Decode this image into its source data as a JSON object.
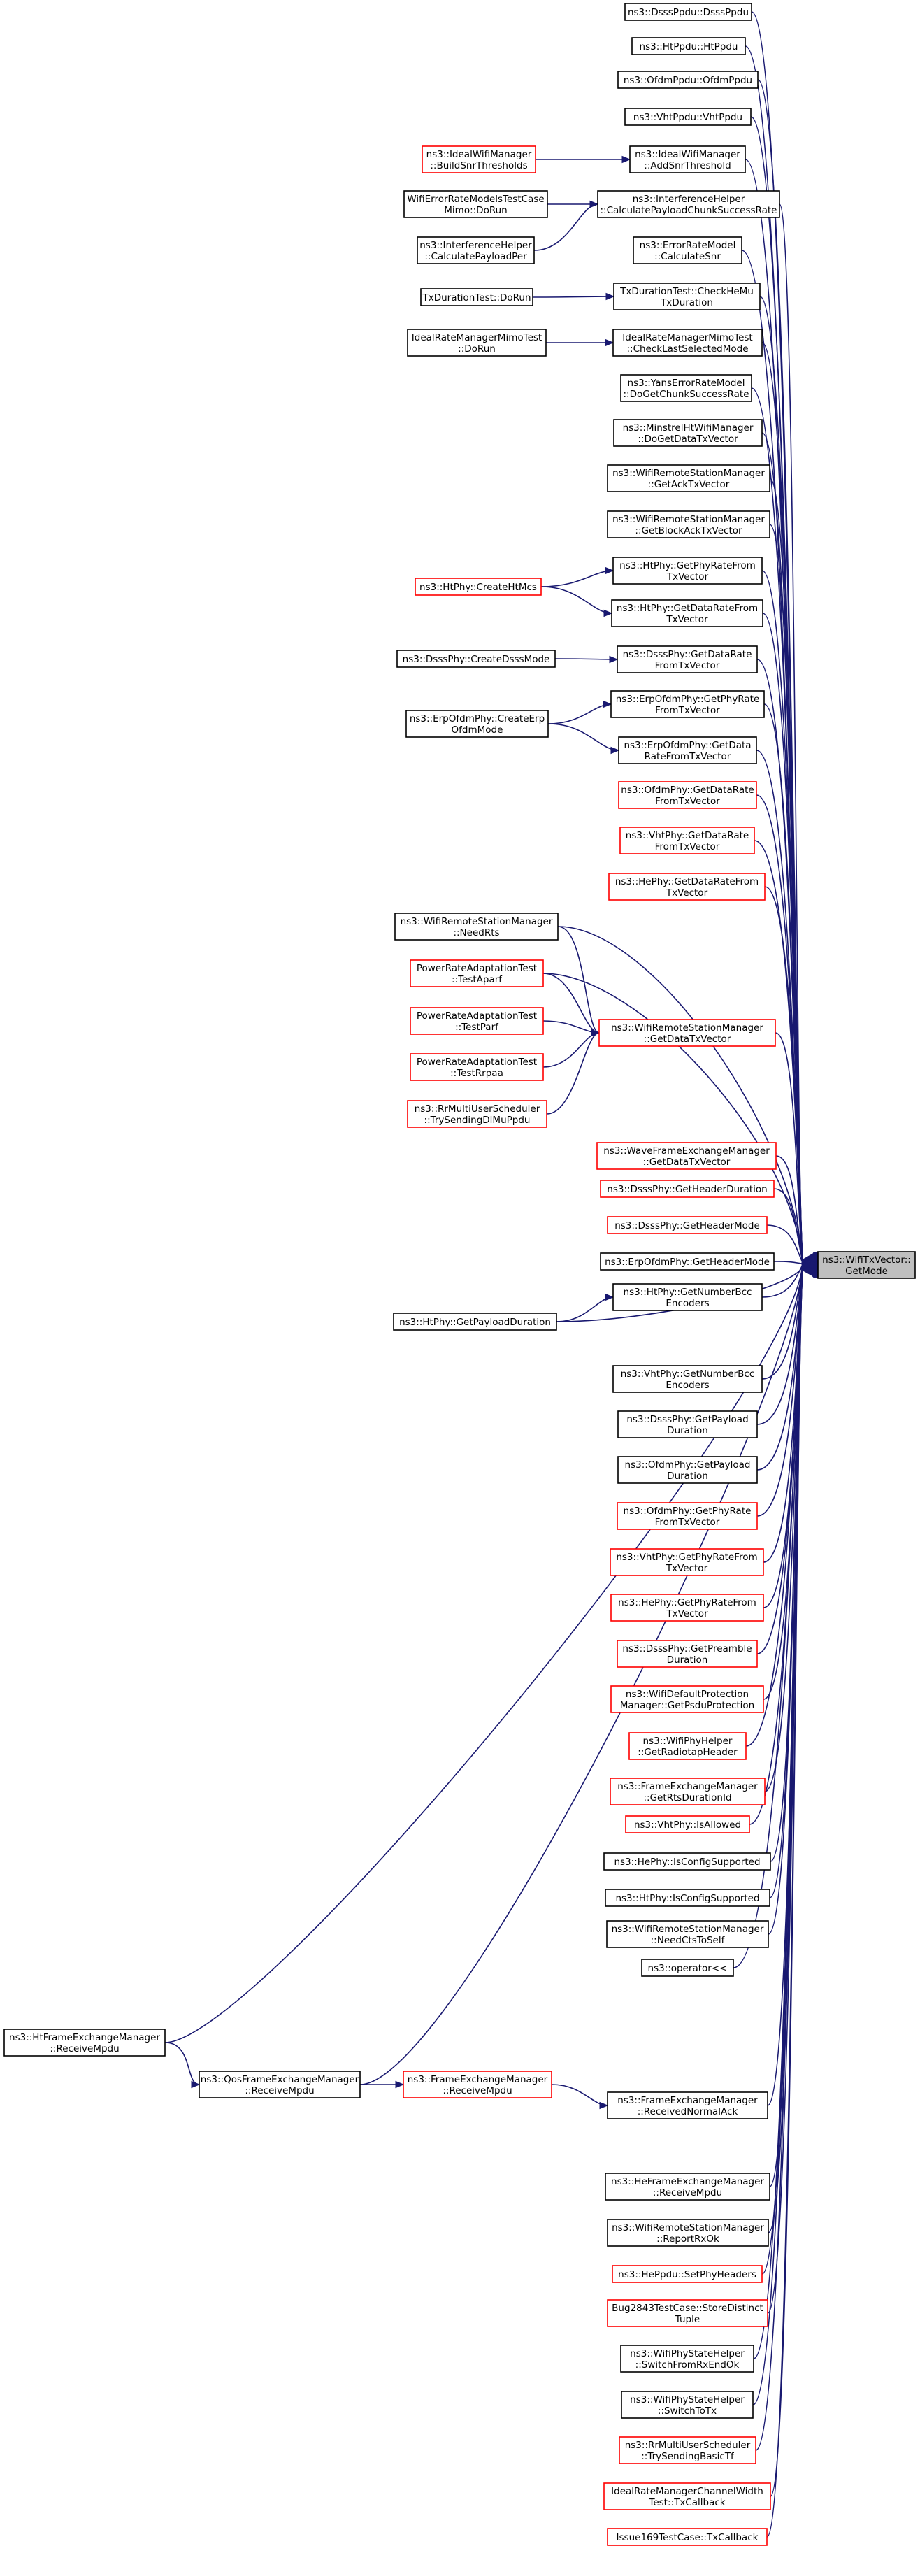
{
  "colors": {
    "edge": "#191970",
    "black_border": "#000000",
    "red_border": "#ff0000",
    "target_fill": "#bfbfbf"
  },
  "nodes": [
    {
      "id": "target",
      "lines": [
        "ns3::WifiTxVector::",
        "GetMode"
      ],
      "border": "target"
    },
    {
      "id": "n1",
      "lines": [
        "ns3::DsssPpdu::DsssPpdu"
      ],
      "border": "black"
    },
    {
      "id": "n2",
      "lines": [
        "ns3::HtPpdu::HtPpdu"
      ],
      "border": "black"
    },
    {
      "id": "n3",
      "lines": [
        "ns3::OfdmPpdu::OfdmPpdu"
      ],
      "border": "black"
    },
    {
      "id": "n4",
      "lines": [
        "ns3::VhtPpdu::VhtPpdu"
      ],
      "border": "black"
    },
    {
      "id": "n5",
      "lines": [
        "ns3::IdealWifiManager",
        "::AddSnrThreshold"
      ],
      "border": "black"
    },
    {
      "id": "n5a",
      "lines": [
        "ns3::IdealWifiManager",
        "::BuildSnrThresholds"
      ],
      "border": "red"
    },
    {
      "id": "n6",
      "lines": [
        "ns3::InterferenceHelper",
        "::CalculatePayloadChunkSuccessRate"
      ],
      "border": "black"
    },
    {
      "id": "n6a",
      "lines": [
        "WifiErrorRateModelsTestCase",
        "Mimo::DoRun"
      ],
      "border": "black"
    },
    {
      "id": "n6b",
      "lines": [
        "ns3::InterferenceHelper",
        "::CalculatePayloadPer"
      ],
      "border": "black"
    },
    {
      "id": "n7",
      "lines": [
        "ns3::ErrorRateModel",
        "::CalculateSnr"
      ],
      "border": "black"
    },
    {
      "id": "n8",
      "lines": [
        "TxDurationTest::CheckHeMu",
        "TxDuration"
      ],
      "border": "black"
    },
    {
      "id": "n8a",
      "lines": [
        "TxDurationTest::DoRun"
      ],
      "border": "black"
    },
    {
      "id": "n9",
      "lines": [
        "IdealRateManagerMimoTest",
        "::CheckLastSelectedMode"
      ],
      "border": "black"
    },
    {
      "id": "n9a",
      "lines": [
        "IdealRateManagerMimoTest",
        "::DoRun"
      ],
      "border": "black"
    },
    {
      "id": "n10",
      "lines": [
        "ns3::YansErrorRateModel",
        "::DoGetChunkSuccessRate"
      ],
      "border": "black"
    },
    {
      "id": "n11",
      "lines": [
        "ns3::MinstrelHtWifiManager",
        "::DoGetDataTxVector"
      ],
      "border": "black"
    },
    {
      "id": "n12",
      "lines": [
        "ns3::WifiRemoteStationManager",
        "::GetAckTxVector"
      ],
      "border": "black"
    },
    {
      "id": "n13",
      "lines": [
        "ns3::WifiRemoteStationManager",
        "::GetBlockAckTxVector"
      ],
      "border": "black"
    },
    {
      "id": "n14",
      "lines": [
        "ns3::HtPhy::GetPhyRateFrom",
        "TxVector"
      ],
      "border": "black"
    },
    {
      "id": "n14a",
      "lines": [
        "ns3::HtPhy::CreateHtMcs"
      ],
      "border": "red"
    },
    {
      "id": "n15",
      "lines": [
        "ns3::HtPhy::GetDataRateFrom",
        "TxVector"
      ],
      "border": "black"
    },
    {
      "id": "n16",
      "lines": [
        "ns3::DsssPhy::GetDataRate",
        "FromTxVector"
      ],
      "border": "black"
    },
    {
      "id": "n16a",
      "lines": [
        "ns3::DsssPhy::CreateDsssMode"
      ],
      "border": "black"
    },
    {
      "id": "n17",
      "lines": [
        "ns3::ErpOfdmPhy::GetPhyRate",
        "FromTxVector"
      ],
      "border": "black"
    },
    {
      "id": "n17a",
      "lines": [
        "ns3::ErpOfdmPhy::CreateErp",
        "OfdmMode"
      ],
      "border": "black"
    },
    {
      "id": "n18",
      "lines": [
        "ns3::ErpOfdmPhy::GetData",
        "RateFromTxVector"
      ],
      "border": "black"
    },
    {
      "id": "n19",
      "lines": [
        "ns3::OfdmPhy::GetDataRate",
        "FromTxVector"
      ],
      "border": "red"
    },
    {
      "id": "n20",
      "lines": [
        "ns3::VhtPhy::GetDataRate",
        "FromTxVector"
      ],
      "border": "red"
    },
    {
      "id": "n21",
      "lines": [
        "ns3::HePhy::GetDataRateFrom",
        "TxVector"
      ],
      "border": "red"
    },
    {
      "id": "n22a",
      "lines": [
        "ns3::WifiRemoteStationManager",
        "::NeedRts"
      ],
      "border": "black"
    },
    {
      "id": "n22b",
      "lines": [
        "PowerRateAdaptationTest",
        "::TestAparf"
      ],
      "border": "red"
    },
    {
      "id": "n22c",
      "lines": [
        "PowerRateAdaptationTest",
        "::TestParf"
      ],
      "border": "red"
    },
    {
      "id": "n22",
      "lines": [
        "ns3::WifiRemoteStationManager",
        "::GetDataTxVector"
      ],
      "border": "red"
    },
    {
      "id": "n22d",
      "lines": [
        "PowerRateAdaptationTest",
        "::TestRrpaa"
      ],
      "border": "red"
    },
    {
      "id": "n22e",
      "lines": [
        "ns3::RrMultiUserScheduler",
        "::TrySendingDlMuPpdu"
      ],
      "border": "red"
    },
    {
      "id": "n23",
      "lines": [
        "ns3::WaveFrameExchangeManager",
        "::GetDataTxVector"
      ],
      "border": "red"
    },
    {
      "id": "n24",
      "lines": [
        "ns3::DsssPhy::GetHeaderDuration"
      ],
      "border": "red"
    },
    {
      "id": "n25",
      "lines": [
        "ns3::DsssPhy::GetHeaderMode"
      ],
      "border": "red"
    },
    {
      "id": "n26",
      "lines": [
        "ns3::ErpOfdmPhy::GetHeaderMode"
      ],
      "border": "black"
    },
    {
      "id": "n27",
      "lines": [
        "ns3::HtPhy::GetNumberBcc",
        "Encoders"
      ],
      "border": "black"
    },
    {
      "id": "n27a",
      "lines": [
        "ns3::HtPhy::GetPayloadDuration"
      ],
      "border": "black"
    },
    {
      "id": "n28",
      "lines": [
        "ns3::VhtPhy::GetNumberBcc",
        "Encoders"
      ],
      "border": "black"
    },
    {
      "id": "n29",
      "lines": [
        "ns3::DsssPhy::GetPayload",
        "Duration"
      ],
      "border": "black"
    },
    {
      "id": "n30",
      "lines": [
        "ns3::OfdmPhy::GetPayload",
        "Duration"
      ],
      "border": "black"
    },
    {
      "id": "n31",
      "lines": [
        "ns3::OfdmPhy::GetPhyRate",
        "FromTxVector"
      ],
      "border": "red"
    },
    {
      "id": "n32",
      "lines": [
        "ns3::VhtPhy::GetPhyRateFrom",
        "TxVector"
      ],
      "border": "red"
    },
    {
      "id": "n33",
      "lines": [
        "ns3::HePhy::GetPhyRateFrom",
        "TxVector"
      ],
      "border": "red"
    },
    {
      "id": "n34",
      "lines": [
        "ns3::DsssPhy::GetPreamble",
        "Duration"
      ],
      "border": "red"
    },
    {
      "id": "n35",
      "lines": [
        "ns3::WifiDefaultProtection",
        "Manager::GetPsduProtection"
      ],
      "border": "red"
    },
    {
      "id": "n36",
      "lines": [
        "ns3::WifiPhyHelper",
        "::GetRadiotapHeader"
      ],
      "border": "red"
    },
    {
      "id": "n37",
      "lines": [
        "ns3::FrameExchangeManager",
        "::GetRtsDurationId"
      ],
      "border": "red"
    },
    {
      "id": "n38",
      "lines": [
        "ns3::VhtPhy::IsAllowed"
      ],
      "border": "red"
    },
    {
      "id": "n39",
      "lines": [
        "ns3::HePhy::IsConfigSupported"
      ],
      "border": "black"
    },
    {
      "id": "n40",
      "lines": [
        "ns3::HtPhy::IsConfigSupported"
      ],
      "border": "black"
    },
    {
      "id": "n41",
      "lines": [
        "ns3::WifiRemoteStationManager",
        "::NeedCtsToSelf"
      ],
      "border": "black"
    },
    {
      "id": "n42",
      "lines": [
        "ns3::operator<<"
      ],
      "border": "black"
    },
    {
      "id": "n43a",
      "lines": [
        "ns3::HtFrameExchangeManager",
        "::ReceiveMpdu"
      ],
      "border": "black"
    },
    {
      "id": "n43b",
      "lines": [
        "ns3::QosFrameExchangeManager",
        "::ReceiveMpdu"
      ],
      "border": "black"
    },
    {
      "id": "n43c",
      "lines": [
        "ns3::FrameExchangeManager",
        "::ReceiveMpdu"
      ],
      "border": "red"
    },
    {
      "id": "n43",
      "lines": [
        "ns3::FrameExchangeManager",
        "::ReceivedNormalAck"
      ],
      "border": "black"
    },
    {
      "id": "n44",
      "lines": [
        "ns3::HeFrameExchangeManager",
        "::ReceiveMpdu"
      ],
      "border": "black"
    },
    {
      "id": "n45",
      "lines": [
        "ns3::WifiRemoteStationManager",
        "::ReportRxOk"
      ],
      "border": "black"
    },
    {
      "id": "n46",
      "lines": [
        "ns3::HePpdu::SetPhyHeaders"
      ],
      "border": "red"
    },
    {
      "id": "n47",
      "lines": [
        "Bug2843TestCase::StoreDistinct",
        "Tuple"
      ],
      "border": "red"
    },
    {
      "id": "n48",
      "lines": [
        "ns3::WifiPhyStateHelper",
        "::SwitchFromRxEndOk"
      ],
      "border": "black"
    },
    {
      "id": "n49",
      "lines": [
        "ns3::WifiPhyStateHelper",
        "::SwitchToTx"
      ],
      "border": "black"
    },
    {
      "id": "n50",
      "lines": [
        "ns3::RrMultiUserScheduler",
        "::TrySendingBasicTf"
      ],
      "border": "red"
    },
    {
      "id": "n51",
      "lines": [
        "IdealRateManagerChannelWidth",
        "Test::TxCallback"
      ],
      "border": "red"
    },
    {
      "id": "n52",
      "lines": [
        "Issue169TestCase::TxCallback"
      ],
      "border": "red"
    }
  ],
  "edges": [
    [
      "n1",
      "target"
    ],
    [
      "n2",
      "target"
    ],
    [
      "n3",
      "target"
    ],
    [
      "n4",
      "target"
    ],
    [
      "n5",
      "target"
    ],
    [
      "n5a",
      "n5"
    ],
    [
      "n6",
      "target"
    ],
    [
      "n6a",
      "n6"
    ],
    [
      "n6b",
      "n6"
    ],
    [
      "n7",
      "target"
    ],
    [
      "n8",
      "target"
    ],
    [
      "n8a",
      "n8"
    ],
    [
      "n9",
      "target"
    ],
    [
      "n9a",
      "n9"
    ],
    [
      "n10",
      "target"
    ],
    [
      "n11",
      "target"
    ],
    [
      "n12",
      "target"
    ],
    [
      "n13",
      "target"
    ],
    [
      "n14",
      "target"
    ],
    [
      "n14a",
      "n14"
    ],
    [
      "n14a",
      "n15"
    ],
    [
      "n15",
      "target"
    ],
    [
      "n16",
      "target"
    ],
    [
      "n16a",
      "n16"
    ],
    [
      "n17",
      "target"
    ],
    [
      "n17a",
      "n17"
    ],
    [
      "n17a",
      "n18"
    ],
    [
      "n18",
      "target"
    ],
    [
      "n19",
      "target"
    ],
    [
      "n20",
      "target"
    ],
    [
      "n21",
      "target"
    ],
    [
      "n22a",
      "target"
    ],
    [
      "n22a",
      "n22"
    ],
    [
      "n22b",
      "target"
    ],
    [
      "n22b",
      "n22"
    ],
    [
      "n22c",
      "n22"
    ],
    [
      "n22d",
      "n22"
    ],
    [
      "n22e",
      "n22"
    ],
    [
      "n22",
      "target"
    ],
    [
      "n23",
      "target"
    ],
    [
      "n24",
      "target"
    ],
    [
      "n25",
      "target"
    ],
    [
      "n26",
      "target"
    ],
    [
      "n27",
      "target"
    ],
    [
      "n27a",
      "n27"
    ],
    [
      "n27a",
      "target"
    ],
    [
      "n28",
      "target"
    ],
    [
      "n29",
      "target"
    ],
    [
      "n30",
      "target"
    ],
    [
      "n31",
      "target"
    ],
    [
      "n32",
      "target"
    ],
    [
      "n33",
      "target"
    ],
    [
      "n34",
      "target"
    ],
    [
      "n35",
      "target"
    ],
    [
      "n36",
      "target"
    ],
    [
      "n37",
      "target"
    ],
    [
      "n38",
      "target"
    ],
    [
      "n39",
      "target"
    ],
    [
      "n40",
      "target"
    ],
    [
      "n41",
      "target"
    ],
    [
      "n42",
      "target"
    ],
    [
      "n43a",
      "target"
    ],
    [
      "n43a",
      "n43b"
    ],
    [
      "n43b",
      "n43c"
    ],
    [
      "n43b",
      "target"
    ],
    [
      "n43c",
      "n43"
    ],
    [
      "n43",
      "target"
    ],
    [
      "n44",
      "target"
    ],
    [
      "n45",
      "target"
    ],
    [
      "n46",
      "target"
    ],
    [
      "n47",
      "target"
    ],
    [
      "n48",
      "target"
    ],
    [
      "n49",
      "target"
    ],
    [
      "n50",
      "target"
    ],
    [
      "n51",
      "target"
    ],
    [
      "n52",
      "target"
    ]
  ]
}
